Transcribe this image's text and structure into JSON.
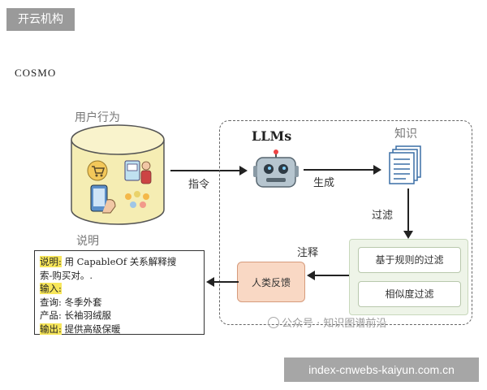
{
  "badges": {
    "top": "开云机构",
    "bottom": "index-cnwebs-kaiyun.com.cn"
  },
  "section_title": "COSMO",
  "diagram": {
    "user_behavior": "用户行为",
    "instruction": "指令",
    "llms": "LLMs",
    "generate": "生成",
    "knowledge": "知识",
    "filter": "过滤",
    "rule_filter": "基于规则的过滤",
    "similarity_filter": "相似度过滤",
    "annotation": "注释",
    "human_feedback": "人类反馈",
    "explanation": "说明"
  },
  "explanation_box": {
    "line1_key": "说明:",
    "line1_val": " 用 CapableOf 关系解释搜",
    "line2": "索-购买对。.",
    "line3_key": "输入:",
    "line4": "查询: 冬季外套",
    "line5": "产品: 长袖羽绒服",
    "line6_key": "输出:",
    "line6_val": " 提供高级保暖"
  },
  "watermark": "公众号 · 知识图谱前沿",
  "colors": {
    "highlight": "#f7e65a",
    "filter_bg": "#eef4e8",
    "human_bg": "#f9d8c4",
    "db_fill": "#f5edb3"
  }
}
